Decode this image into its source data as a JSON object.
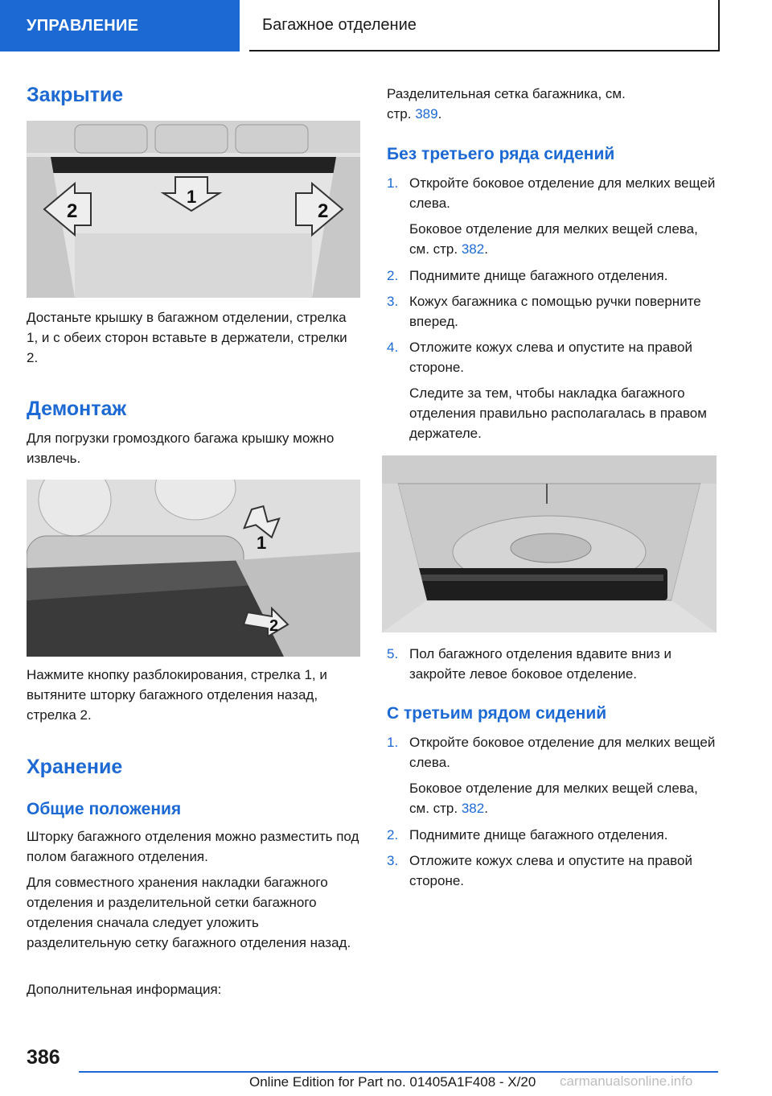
{
  "header": {
    "section": "УПРАВЛЕНИЕ",
    "title": "Багажное отделение"
  },
  "left": {
    "closing_heading": "Закрытие",
    "closing_text": "Достаньте крышку в багажном отделении, стрелка 1, и с обеих сторон вставьте в держа­тели, стрелки 2.",
    "fig1_labels": [
      "2",
      "1",
      "2"
    ],
    "removal_heading": "Демонтаж",
    "removal_text": "Для погрузки громоздкого багажа крышку можно извлечь.",
    "fig2_labels": [
      "1",
      "2"
    ],
    "removal_steps_text": "Нажмите кнопку разблокирования, стрелка 1, и вытяните шторку багажного отделения на­зад, стрелка 2.",
    "storage_heading": "Хранение",
    "general_heading": "Общие положения",
    "general_p1": "Шторку багажного отделения можно разме­стить под полом багажного отделения.",
    "general_p2": "Для совместного хранения накладки багаж­ного отделения и разделительной сетки ба­гажного отделения сначала следует уложить разделительную сетку багажного отделения назад.",
    "general_p3": "Дополнительная информация:"
  },
  "right": {
    "net_text_line1": "Разделительная сетка багажника, см.",
    "net_text_prefix": "стр.",
    "net_page": "389",
    "net_suffix": ".",
    "no_third_row_heading": "Без третьего ряда сидений",
    "steps_a": [
      {
        "n": "1.",
        "text": "Откройте боковое отделение для мелких вещей слева."
      },
      {
        "n": "",
        "text": "Боковое отделение для мелких вещей слева, см. стр.",
        "page": "382"
      },
      {
        "n": "2.",
        "text": "Поднимите днище багажного отделения."
      },
      {
        "n": "3.",
        "text": "Кожух багажника с помощью ручки повер­ните вперед."
      },
      {
        "n": "4.",
        "text": "Отложите кожух слева и опустите на пра­вой стороне."
      },
      {
        "n": "",
        "text": "Следите за тем, чтобы накладка багажного отделения правильно располагалась в правом держателе."
      }
    ],
    "step5": {
      "n": "5.",
      "text": "Пол багажного отделения вдавите вниз и закройте левое боковое отделение."
    },
    "third_row_heading": "С третьим рядом сидений",
    "steps_b": [
      {
        "n": "1.",
        "text": "Откройте боковое отделение для мелких вещей слева."
      },
      {
        "n": "",
        "text": "Боковое отделение для мелких вещей слева, см. стр.",
        "page": "382"
      },
      {
        "n": "2.",
        "text": "Поднимите днище багажного отделения."
      },
      {
        "n": "3.",
        "text": "Отложите кожух слева и опустите на пра­вой стороне."
      }
    ]
  },
  "footer": {
    "page_number": "386",
    "edition": "Online Edition for Part no. 01405A1F408 - X/20",
    "watermark": "carmanualsonline.info"
  }
}
